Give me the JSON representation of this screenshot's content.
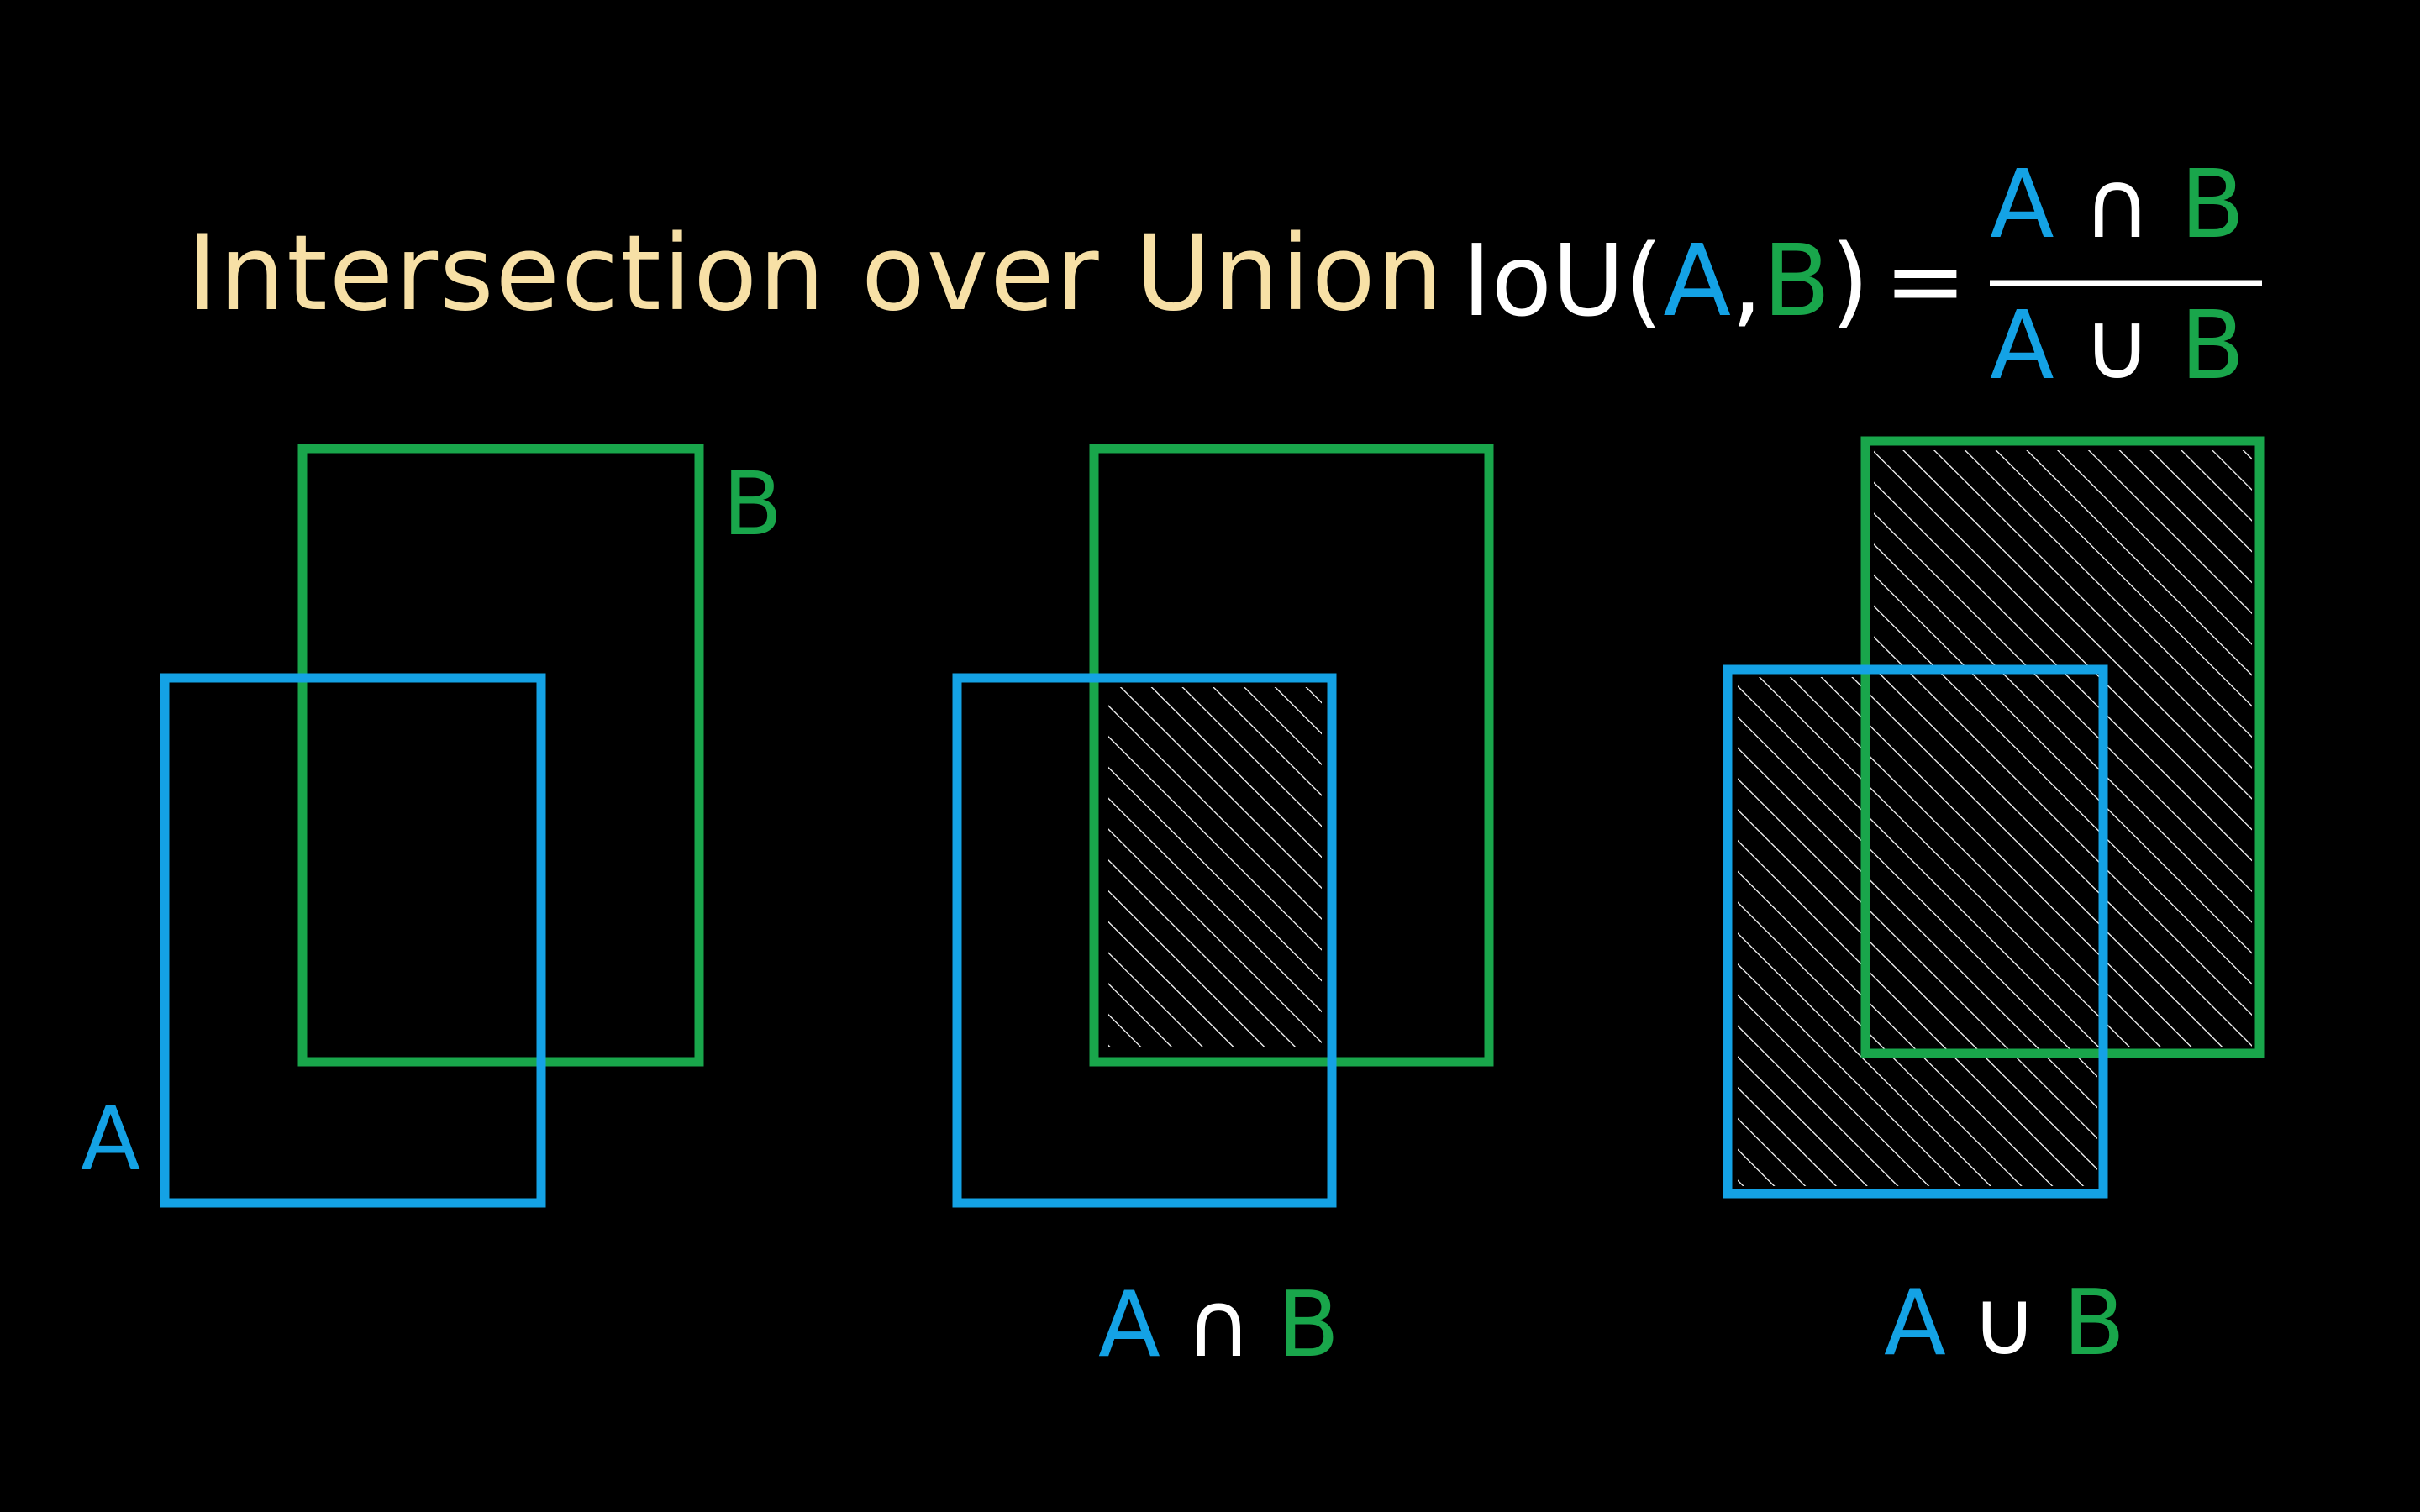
{
  "colors": {
    "background": "#000000",
    "title": "#F7E0A6",
    "a": "#14A2E5",
    "b": "#19A64B",
    "operator": "#FFFFFF",
    "hatch": "#FFFFFF"
  },
  "title": "Intersection over Union",
  "formula": {
    "lhs_prefix": "IoU(",
    "lhs_a": "A",
    "lhs_comma": ",",
    "lhs_b": "B",
    "lhs_suffix": ")",
    "equals": "=",
    "numerator": {
      "a": "A",
      "op": "∩",
      "b": "B"
    },
    "denominator": {
      "a": "A",
      "op": "∪",
      "b": "B"
    }
  },
  "panels": [
    {
      "labels": {
        "a": "A",
        "b": "B"
      },
      "hatched_region": "none",
      "caption": null
    },
    {
      "labels": null,
      "hatched_region": "intersection",
      "caption": {
        "a": "A",
        "op": "∩",
        "b": "B"
      }
    },
    {
      "labels": null,
      "hatched_region": "union",
      "caption": {
        "a": "A",
        "op": "∪",
        "b": "B"
      }
    }
  ]
}
